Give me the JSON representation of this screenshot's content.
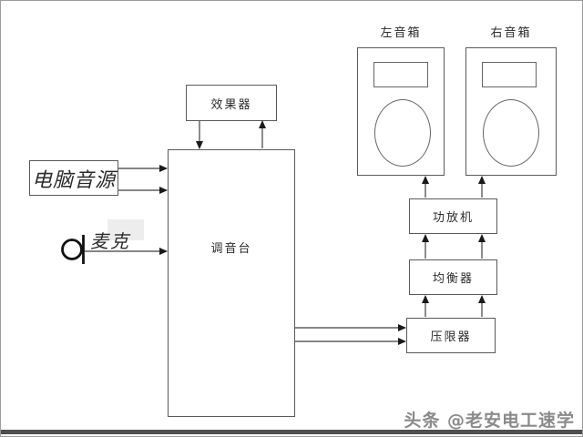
{
  "page": {
    "watermark": "头条 @老安电工速学",
    "colors": {
      "background": "#ffffff",
      "frame_border": "#9c9c9c",
      "box_border": "#5a5a5a",
      "wire": "#3f3f3f",
      "arrowhead": "#1a1a1a",
      "watermark_text": "#8a8a8a",
      "bottom_bar": "#4f4f4f"
    }
  },
  "nodes": {
    "effects": {
      "label": "效果器"
    },
    "computer_source": {
      "label": "电脑音源"
    },
    "mic": {
      "label": "麦克"
    },
    "mixer": {
      "label": "调音台"
    },
    "left_speaker": {
      "label": "左音箱"
    },
    "right_speaker": {
      "label": "右音箱"
    },
    "amplifier": {
      "label": "功放机"
    },
    "equalizer": {
      "label": "均衡器"
    },
    "compressor": {
      "label": "压限器"
    }
  },
  "connections": [
    {
      "from": "effects",
      "to": "mixer",
      "lines": 1
    },
    {
      "from": "mixer",
      "to": "effects",
      "lines": 1
    },
    {
      "from": "computer_source",
      "to": "mixer",
      "lines": 2
    },
    {
      "from": "mic",
      "to": "mixer",
      "lines": 1
    },
    {
      "from": "mixer",
      "to": "compressor",
      "lines": 2
    },
    {
      "from": "compressor",
      "to": "equalizer",
      "lines": 2
    },
    {
      "from": "equalizer",
      "to": "amplifier",
      "lines": 2
    },
    {
      "from": "amplifier",
      "to": "left_speaker",
      "lines": 1
    },
    {
      "from": "amplifier",
      "to": "right_speaker",
      "lines": 1
    }
  ]
}
